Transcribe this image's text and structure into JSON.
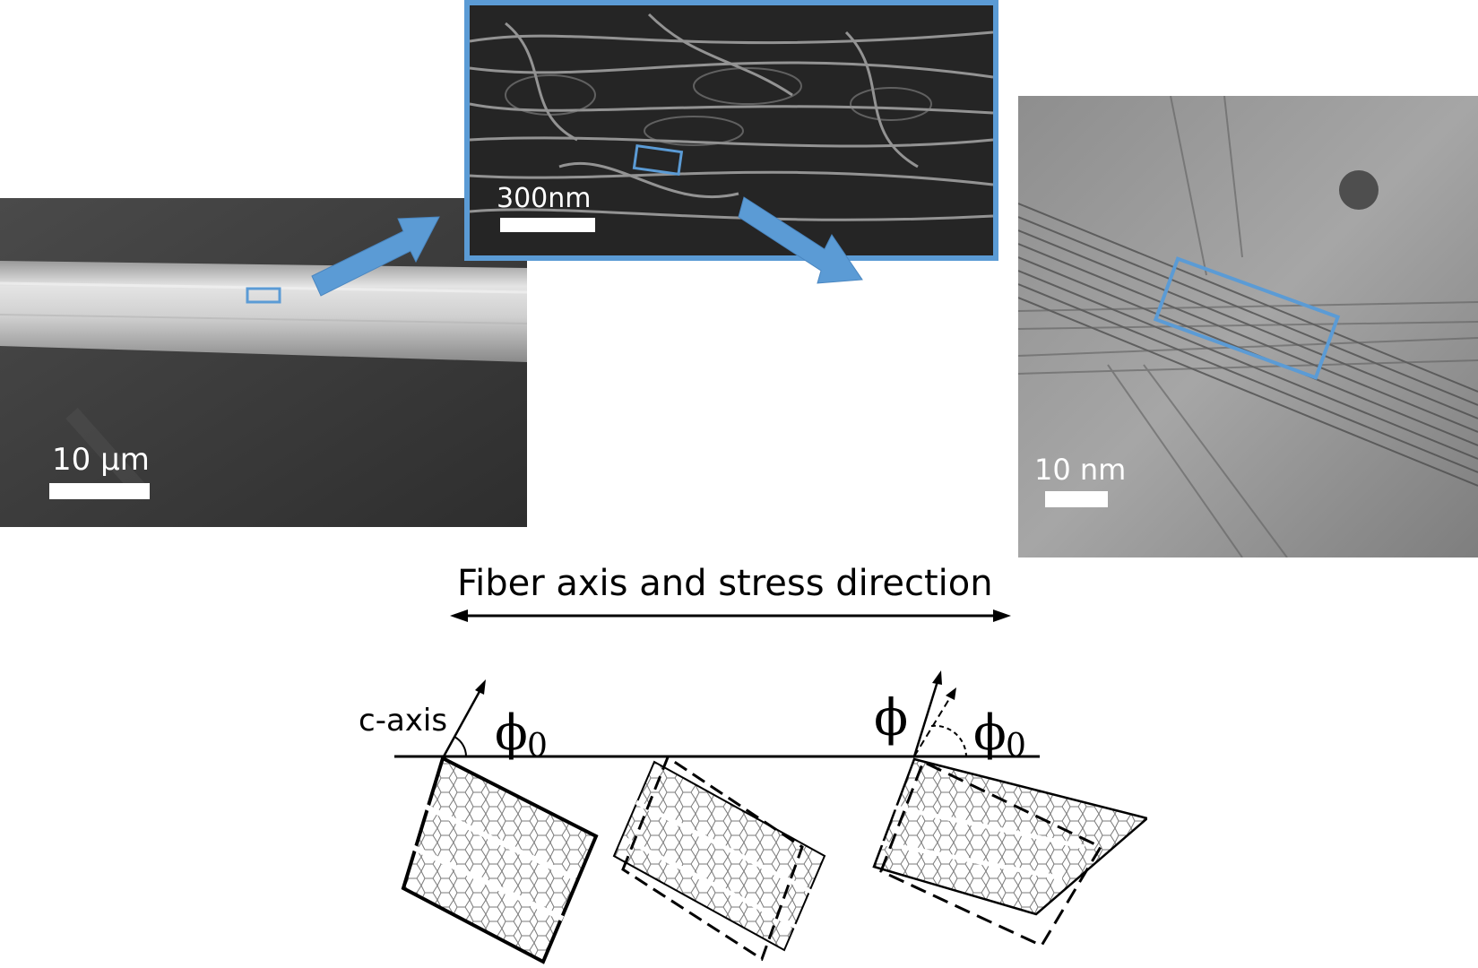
{
  "panels": {
    "sem_low": {
      "scale_label": "10 µm"
    },
    "sem_mid": {
      "scale_label": "300nm"
    },
    "tem": {
      "scale_label": "10 nm"
    }
  },
  "diagram": {
    "caption": "Fiber axis and stress direction",
    "c_axis_label": "c-axis",
    "phi0_symbol": "ϕ",
    "phi0_subscript": "0",
    "phi_symbol": "ϕ"
  },
  "colors": {
    "highlight_blue": "#5b9bd5",
    "line_black": "#000000"
  }
}
